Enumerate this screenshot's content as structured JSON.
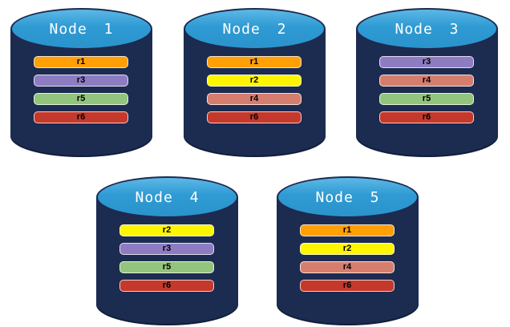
{
  "palette": {
    "background": "#FFFFFF",
    "cylinder_body": "#1C2B50",
    "cylinder_top": "#2E9AD3",
    "cylinder_top_highlight": "#5CB8E6",
    "node_label_color": "#FFFFFF",
    "bar_text_color": "#000000"
  },
  "replica_colors": {
    "r1": "#FFA007",
    "r2": "#FEF501",
    "r3": "#8E7CC3",
    "r4": "#D67E6E",
    "r5": "#93C47D",
    "r6": "#C4392B"
  },
  "nodes": [
    {
      "label": "Node 1",
      "replicas": [
        {
          "label": "r1",
          "color": "#FFA007"
        },
        {
          "label": "r3",
          "color": "#8E7CC3"
        },
        {
          "label": "r5",
          "color": "#93C47D"
        },
        {
          "label": "r6",
          "color": "#C4392B"
        }
      ]
    },
    {
      "label": "Node 2",
      "replicas": [
        {
          "label": "r1",
          "color": "#FFA007"
        },
        {
          "label": "r2",
          "color": "#FEF501"
        },
        {
          "label": "r4",
          "color": "#D67E6E"
        },
        {
          "label": "r6",
          "color": "#C4392B"
        }
      ]
    },
    {
      "label": "Node 3",
      "replicas": [
        {
          "label": "r3",
          "color": "#8E7CC3"
        },
        {
          "label": "r4",
          "color": "#D67E6E"
        },
        {
          "label": "r5",
          "color": "#93C47D"
        },
        {
          "label": "r6",
          "color": "#C4392B"
        }
      ]
    },
    {
      "label": "Node 4",
      "replicas": [
        {
          "label": "r2",
          "color": "#FEF501"
        },
        {
          "label": "r3",
          "color": "#8E7CC3"
        },
        {
          "label": "r5",
          "color": "#93C47D"
        },
        {
          "label": "r6",
          "color": "#C4392B"
        }
      ]
    },
    {
      "label": "Node 5",
      "replicas": [
        {
          "label": "r1",
          "color": "#FFA007"
        },
        {
          "label": "r2",
          "color": "#FEF501"
        },
        {
          "label": "r4",
          "color": "#D67E6E"
        },
        {
          "label": "r6",
          "color": "#C4392B"
        }
      ]
    }
  ]
}
